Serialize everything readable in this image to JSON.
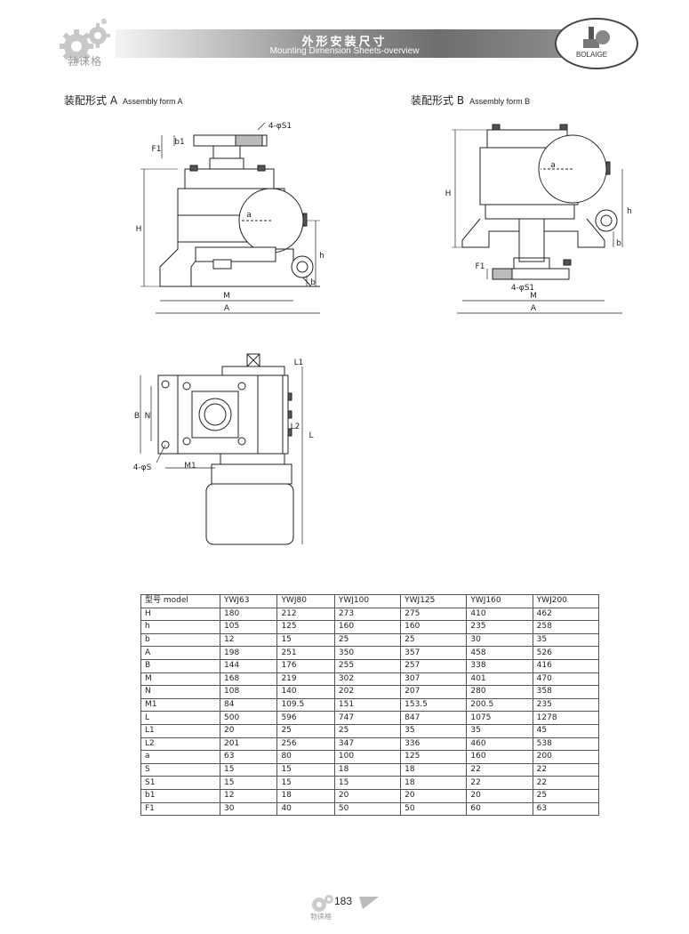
{
  "header": {
    "brand_cn": "勃徕格",
    "title_cn": "外形安装尺寸",
    "title_en": "Mounting Dimension Sheets-overview",
    "oval_brand": "BOLAIGE",
    "reg_mark": "®"
  },
  "figures": {
    "form_a": {
      "label_cn": "装配形式 A",
      "label_en": "Assembly form A"
    },
    "form_b": {
      "label_cn": "装配形式 B",
      "label_en": "Assembly form B"
    }
  },
  "dim_labels": {
    "H": "H",
    "h": "h",
    "b": "b",
    "A": "A",
    "M": "M",
    "a": "a",
    "b1": "b1",
    "F1": "F1",
    "S1": "4-φS1",
    "S": "4-φS",
    "B": "B",
    "N": "N",
    "M1": "M1",
    "L": "L",
    "L1": "L1",
    "L2": "L2"
  },
  "table": {
    "header": [
      "型号 model",
      "YWJ63",
      "YWJ80",
      "YWJ100",
      "YWJ125",
      "YWJ160",
      "YWJ200"
    ],
    "rows": [
      [
        "H",
        "180",
        "212",
        "273",
        "275",
        "410",
        "462"
      ],
      [
        "h",
        "105",
        "125",
        "160",
        "160",
        "235",
        "258"
      ],
      [
        "b",
        "12",
        "15",
        "25",
        "25",
        "30",
        "35"
      ],
      [
        "A",
        "198",
        "251",
        "350",
        "357",
        "458",
        "526"
      ],
      [
        "B",
        "144",
        "176",
        "255",
        "257",
        "338",
        "416"
      ],
      [
        "M",
        "168",
        "219",
        "302",
        "307",
        "401",
        "470"
      ],
      [
        "N",
        "108",
        "140",
        "202",
        "207",
        "280",
        "358"
      ],
      [
        "M1",
        "84",
        "109.5",
        "151",
        "153.5",
        "200.5",
        "235"
      ],
      [
        "L",
        "500",
        "596",
        "747",
        "847",
        "1075",
        "1278"
      ],
      [
        "L1",
        "20",
        "25",
        "25",
        "35",
        "35",
        "45"
      ],
      [
        "L2",
        "201",
        "256",
        "347",
        "336",
        "460",
        "538"
      ],
      [
        "a",
        "63",
        "80",
        "100",
        "125",
        "160",
        "200"
      ],
      [
        "S",
        "15",
        "15",
        "18",
        "18",
        "22",
        "22"
      ],
      [
        "S1",
        "15",
        "15",
        "15",
        "18",
        "22",
        "22"
      ],
      [
        "b1",
        "12",
        "18",
        "20",
        "20",
        "20",
        "25"
      ],
      [
        "F1",
        "30",
        "40",
        "50",
        "50",
        "60",
        "63"
      ]
    ]
  },
  "footer": {
    "page_number": "183",
    "brand_cn": "勃徕格"
  }
}
